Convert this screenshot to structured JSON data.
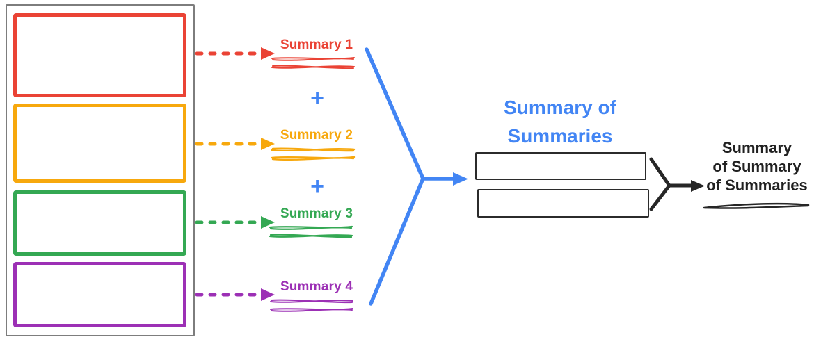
{
  "colors": {
    "red": "#EA4335",
    "orange": "#F7A80D",
    "green": "#34A853",
    "purple": "#9C30B5",
    "blue": "#4285F4",
    "ink": "#1E1E1E",
    "container_border": "#7D7D7D"
  },
  "documents": {
    "items": [
      {
        "border_color": "#EA4335",
        "text_lines": 5
      },
      {
        "border_color": "#F7A80D",
        "text_lines": 5
      },
      {
        "border_color": "#34A853",
        "text_lines": 4
      },
      {
        "border_color": "#9C30B5",
        "text_lines": 4
      }
    ]
  },
  "summaries": {
    "items": [
      {
        "label": "Summary 1",
        "color": "#EA4335"
      },
      {
        "label": "Summary 2",
        "color": "#F7A80D"
      },
      {
        "label": "Summary 3",
        "color": "#34A853"
      },
      {
        "label": "Summary 4",
        "color": "#9C30B5"
      }
    ],
    "plus_signs": [
      "+",
      "+"
    ]
  },
  "summary_of_summaries": {
    "title": "Summary of Summaries",
    "title_lines": [
      "Summary of",
      "Summaries"
    ],
    "color": "#4285F4",
    "boxes": [
      {
        "text_lines": 2
      },
      {
        "text_lines": 2
      }
    ]
  },
  "final_summary": {
    "title": "Summary of Summary of Summaries",
    "title_lines": [
      "Summary",
      "of Summary",
      "of Summaries"
    ],
    "color": "#212121"
  }
}
